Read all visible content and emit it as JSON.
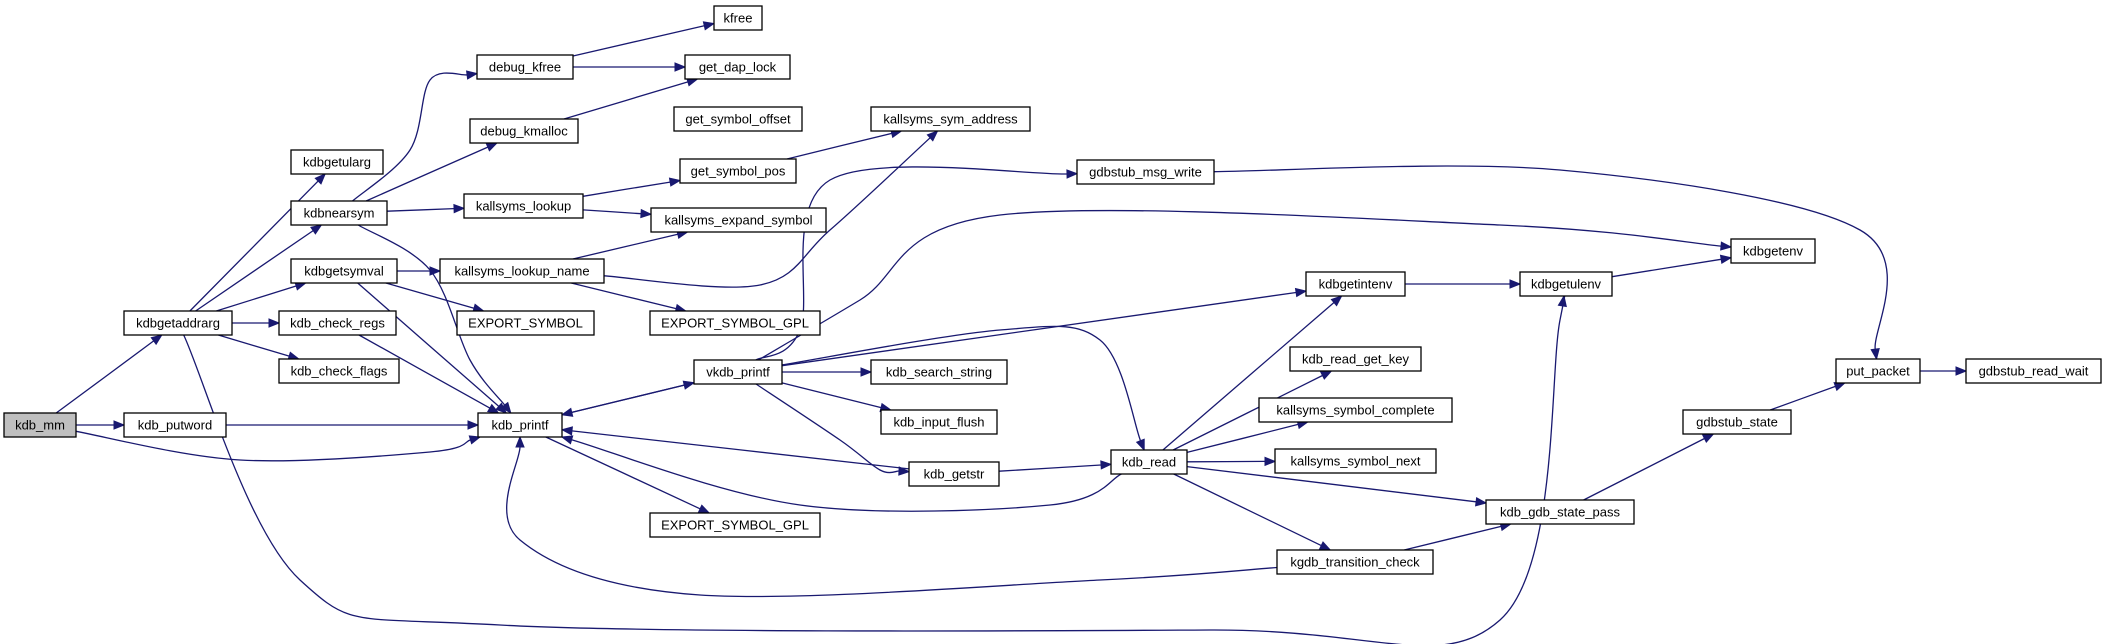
{
  "graph": {
    "nodes": [
      {
        "id": "kdb_mm",
        "label": "kdb_mm",
        "root": true
      },
      {
        "id": "kdbgetaddrarg",
        "label": "kdbgetaddrarg"
      },
      {
        "id": "kdb_putword",
        "label": "kdb_putword"
      },
      {
        "id": "kdb_printf",
        "label": "kdb_printf"
      },
      {
        "id": "kdbgetularg",
        "label": "kdbgetularg"
      },
      {
        "id": "kdbnearsym",
        "label": "kdbnearsym"
      },
      {
        "id": "kdbgetsymval",
        "label": "kdbgetsymval"
      },
      {
        "id": "kdb_check_regs",
        "label": "kdb_check_regs"
      },
      {
        "id": "kdb_check_flags",
        "label": "kdb_check_flags"
      },
      {
        "id": "debug_kfree",
        "label": "debug_kfree"
      },
      {
        "id": "debug_kmalloc",
        "label": "debug_kmalloc"
      },
      {
        "id": "kallsyms_lookup",
        "label": "kallsyms_lookup"
      },
      {
        "id": "kallsyms_lookup_name",
        "label": "kallsyms_lookup_name"
      },
      {
        "id": "EXPORT_SYMBOL",
        "label": "EXPORT_SYMBOL"
      },
      {
        "id": "EXPORT_SYMBOL_GPL_1",
        "label": "EXPORT_SYMBOL_GPL"
      },
      {
        "id": "EXPORT_SYMBOL_GPL_2",
        "label": "EXPORT_SYMBOL_GPL"
      },
      {
        "id": "kfree",
        "label": "kfree"
      },
      {
        "id": "get_dap_lock",
        "label": "get_dap_lock"
      },
      {
        "id": "get_symbol_offset",
        "label": "get_symbol_offset"
      },
      {
        "id": "get_symbol_pos",
        "label": "get_symbol_pos"
      },
      {
        "id": "kallsyms_expand_symbol",
        "label": "kallsyms_expand_symbol"
      },
      {
        "id": "kallsyms_sym_address",
        "label": "kallsyms_sym_address"
      },
      {
        "id": "vkdb_printf",
        "label": "vkdb_printf"
      },
      {
        "id": "kdb_search_string",
        "label": "kdb_search_string"
      },
      {
        "id": "kdb_input_flush",
        "label": "kdb_input_flush"
      },
      {
        "id": "kdb_getstr",
        "label": "kdb_getstr"
      },
      {
        "id": "gdbstub_msg_write",
        "label": "gdbstub_msg_write"
      },
      {
        "id": "kdb_read",
        "label": "kdb_read"
      },
      {
        "id": "kdbgetintenv",
        "label": "kdbgetintenv"
      },
      {
        "id": "kdb_read_get_key",
        "label": "kdb_read_get_key"
      },
      {
        "id": "kallsyms_symbol_complete",
        "label": "kallsyms_symbol_complete"
      },
      {
        "id": "kallsyms_symbol_next",
        "label": "kallsyms_symbol_next"
      },
      {
        "id": "kgdb_transition_check",
        "label": "kgdb_transition_check"
      },
      {
        "id": "kdbgetulenv",
        "label": "kdbgetulenv"
      },
      {
        "id": "kdb_gdb_state_pass",
        "label": "kdb_gdb_state_pass"
      },
      {
        "id": "kdbgetenv",
        "label": "kdbgetenv"
      },
      {
        "id": "gdbstub_state",
        "label": "gdbstub_state"
      },
      {
        "id": "put_packet",
        "label": "put_packet"
      },
      {
        "id": "gdbstub_read_wait",
        "label": "gdbstub_read_wait"
      }
    ],
    "edges": [
      {
        "from": "kdb_mm",
        "to": "kdbgetaddrarg"
      },
      {
        "from": "kdb_mm",
        "to": "kdb_putword"
      },
      {
        "from": "kdb_mm",
        "to": "kdb_printf"
      },
      {
        "from": "kdbgetaddrarg",
        "to": "kdbgetularg"
      },
      {
        "from": "kdbgetaddrarg",
        "to": "kdbnearsym"
      },
      {
        "from": "kdbgetaddrarg",
        "to": "kdbgetsymval"
      },
      {
        "from": "kdbgetaddrarg",
        "to": "kdb_check_regs"
      },
      {
        "from": "kdbgetaddrarg",
        "to": "kdb_check_flags"
      },
      {
        "from": "kdbgetaddrarg",
        "to": "kdbgetulenv"
      },
      {
        "from": "kdb_putword",
        "to": "kdb_printf"
      },
      {
        "from": "kdbnearsym",
        "to": "debug_kfree"
      },
      {
        "from": "kdbnearsym",
        "to": "debug_kmalloc"
      },
      {
        "from": "kdbnearsym",
        "to": "kallsyms_lookup"
      },
      {
        "from": "kdbnearsym",
        "to": "kdb_printf"
      },
      {
        "from": "kdbgetsymval",
        "to": "kallsyms_lookup_name"
      },
      {
        "from": "kdbgetsymval",
        "to": "EXPORT_SYMBOL"
      },
      {
        "from": "kdbgetsymval",
        "to": "kdb_printf"
      },
      {
        "from": "kdb_check_regs",
        "to": "kdb_printf"
      },
      {
        "from": "debug_kfree",
        "to": "kfree"
      },
      {
        "from": "debug_kfree",
        "to": "get_dap_lock"
      },
      {
        "from": "debug_kmalloc",
        "to": "get_dap_lock"
      },
      {
        "from": "kallsyms_lookup",
        "to": "get_symbol_pos"
      },
      {
        "from": "kallsyms_lookup",
        "to": "kallsyms_expand_symbol"
      },
      {
        "from": "kallsyms_lookup_name",
        "to": "kallsyms_expand_symbol"
      },
      {
        "from": "kallsyms_lookup_name",
        "to": "kallsyms_sym_address"
      },
      {
        "from": "kallsyms_lookup_name",
        "to": "EXPORT_SYMBOL_GPL_1"
      },
      {
        "from": "get_symbol_pos",
        "to": "kallsyms_sym_address"
      },
      {
        "from": "kdb_printf",
        "to": "vkdb_printf"
      },
      {
        "from": "kdb_printf",
        "to": "EXPORT_SYMBOL_GPL_2"
      },
      {
        "from": "vkdb_printf",
        "to": "kdb_printf"
      },
      {
        "from": "vkdb_printf",
        "to": "gdbstub_msg_write"
      },
      {
        "from": "vkdb_printf",
        "to": "kdbgetenv"
      },
      {
        "from": "vkdb_printf",
        "to": "kdbgetintenv"
      },
      {
        "from": "vkdb_printf",
        "to": "kdb_read"
      },
      {
        "from": "vkdb_printf",
        "to": "kdb_search_string"
      },
      {
        "from": "vkdb_printf",
        "to": "kdb_input_flush"
      },
      {
        "from": "vkdb_printf",
        "to": "kdb_getstr"
      },
      {
        "from": "kdb_getstr",
        "to": "kdb_printf"
      },
      {
        "from": "kdb_getstr",
        "to": "kdb_read"
      },
      {
        "from": "kdb_read",
        "to": "kdb_printf"
      },
      {
        "from": "kdb_read",
        "to": "kdbgetintenv"
      },
      {
        "from": "kdb_read",
        "to": "kdb_read_get_key"
      },
      {
        "from": "kdb_read",
        "to": "kallsyms_symbol_complete"
      },
      {
        "from": "kdb_read",
        "to": "kallsyms_symbol_next"
      },
      {
        "from": "kdb_read",
        "to": "kdb_gdb_state_pass"
      },
      {
        "from": "kdb_read",
        "to": "kgdb_transition_check"
      },
      {
        "from": "kgdb_transition_check",
        "to": "kdb_printf"
      },
      {
        "from": "kgdb_transition_check",
        "to": "kdb_gdb_state_pass"
      },
      {
        "from": "kdbgetintenv",
        "to": "kdbgetulenv"
      },
      {
        "from": "kdbgetulenv",
        "to": "kdbgetenv"
      },
      {
        "from": "kdb_gdb_state_pass",
        "to": "gdbstub_state"
      },
      {
        "from": "gdbstub_msg_write",
        "to": "put_packet"
      },
      {
        "from": "gdbstub_state",
        "to": "put_packet"
      },
      {
        "from": "put_packet",
        "to": "gdbstub_read_wait"
      }
    ]
  }
}
